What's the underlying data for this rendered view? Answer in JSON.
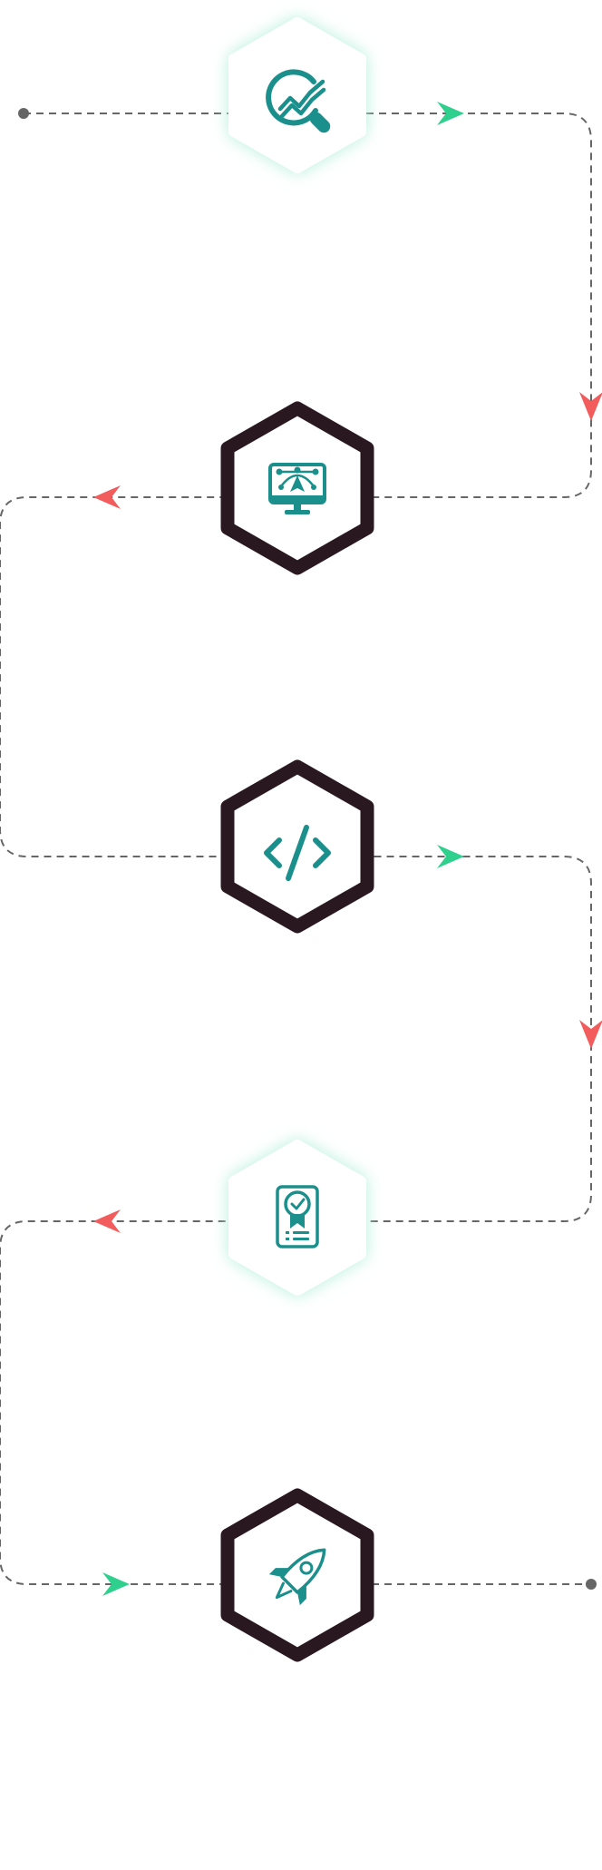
{
  "diagram": {
    "steps": [
      {
        "icon": "analytics-search-icon",
        "style": "glow"
      },
      {
        "icon": "design-monitor-icon",
        "style": "dark"
      },
      {
        "icon": "code-icon",
        "style": "dark"
      },
      {
        "icon": "certificate-icon",
        "style": "glow"
      },
      {
        "icon": "rocket-icon",
        "style": "dark"
      }
    ],
    "colors": {
      "teal": "#1b8f8c",
      "arrow_green": "#2fcf8e",
      "arrow_red": "#f25c5c",
      "hex_dark": "#2a1820",
      "glow": "#c9f3e4",
      "line": "#666666"
    }
  }
}
